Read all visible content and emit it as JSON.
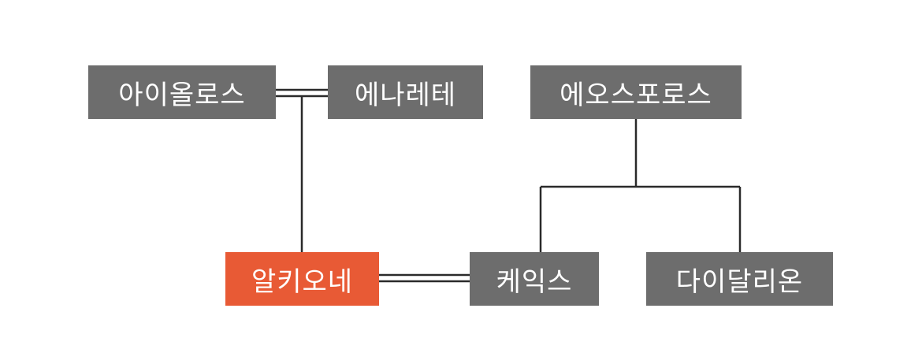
{
  "nodes": {
    "aiolos": "아이올로스",
    "enarete": "에나레테",
    "eosphoros": "에오스포로스",
    "alkyone": "알키오네",
    "keyx": "케익스",
    "daidalion": "다이달리온"
  },
  "colors": {
    "node_fill": "#6d6d6d",
    "highlight_fill": "#e85a35",
    "node_text": "#ffffff",
    "line": "#2a2a2a"
  }
}
